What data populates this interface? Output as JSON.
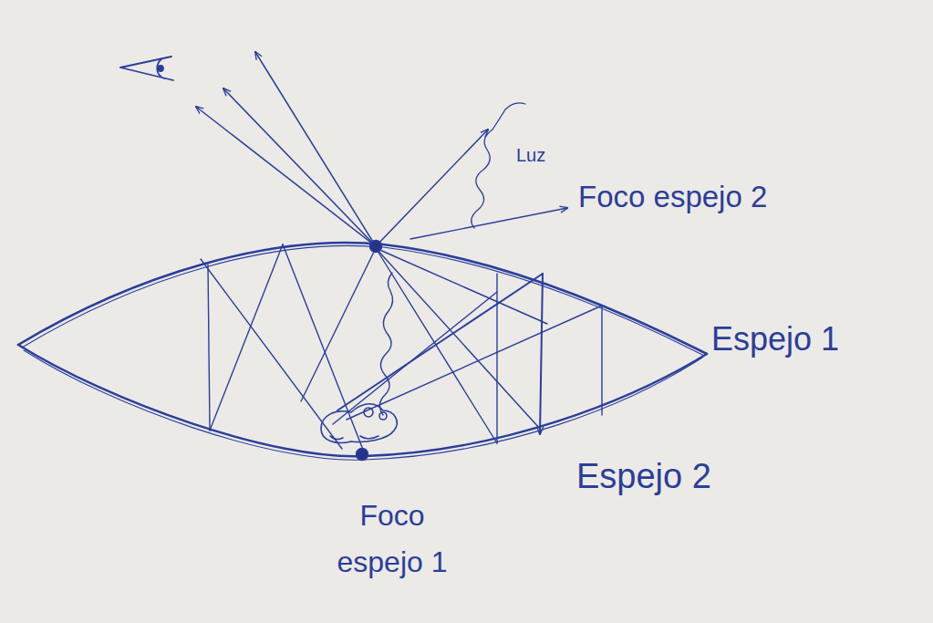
{
  "diagram": {
    "labels": [
      "Luz",
      "Foco espejo 2",
      "Espejo 1",
      "Espejo 2",
      "Foco espejo 1"
    ]
  }
}
